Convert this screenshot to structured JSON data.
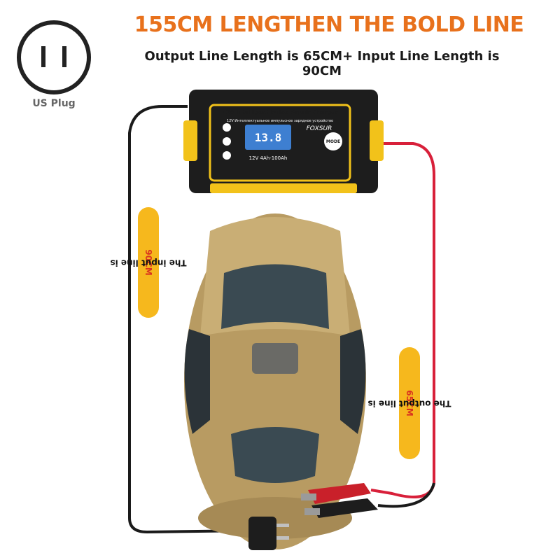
{
  "header": {
    "headline": "155CM LENGTHEN THE BOLD LINE",
    "subline": "Output Line Length is 65CM+ Input Line Length is 90CM"
  },
  "plug": {
    "caption": "US Plug",
    "icon": "us-plug-icon"
  },
  "charger": {
    "title": "12V Intelligent Pulse Repair Charger",
    "subtitle": "12V Интеллектуальное импульсное зарядное устройство",
    "brand": "FOXSUR",
    "display_value": "13.8",
    "spec": "12V  4Ah-100Ah",
    "mode_button": "MODE"
  },
  "labels": {
    "input_prefix": "The input line is ",
    "input_value": "90CM",
    "output_prefix": "The output line is ",
    "output_value": "65CM"
  },
  "colors": {
    "headline": "#e8711c",
    "pill": "#f6b81d",
    "pill_value": "#d9341f",
    "charger_body": "#1d1d1d",
    "charger_accent": "#f2c21a",
    "input_cable": "#1a1a1a",
    "output_cable": "#d8203a",
    "car_body": "#b89b62"
  }
}
